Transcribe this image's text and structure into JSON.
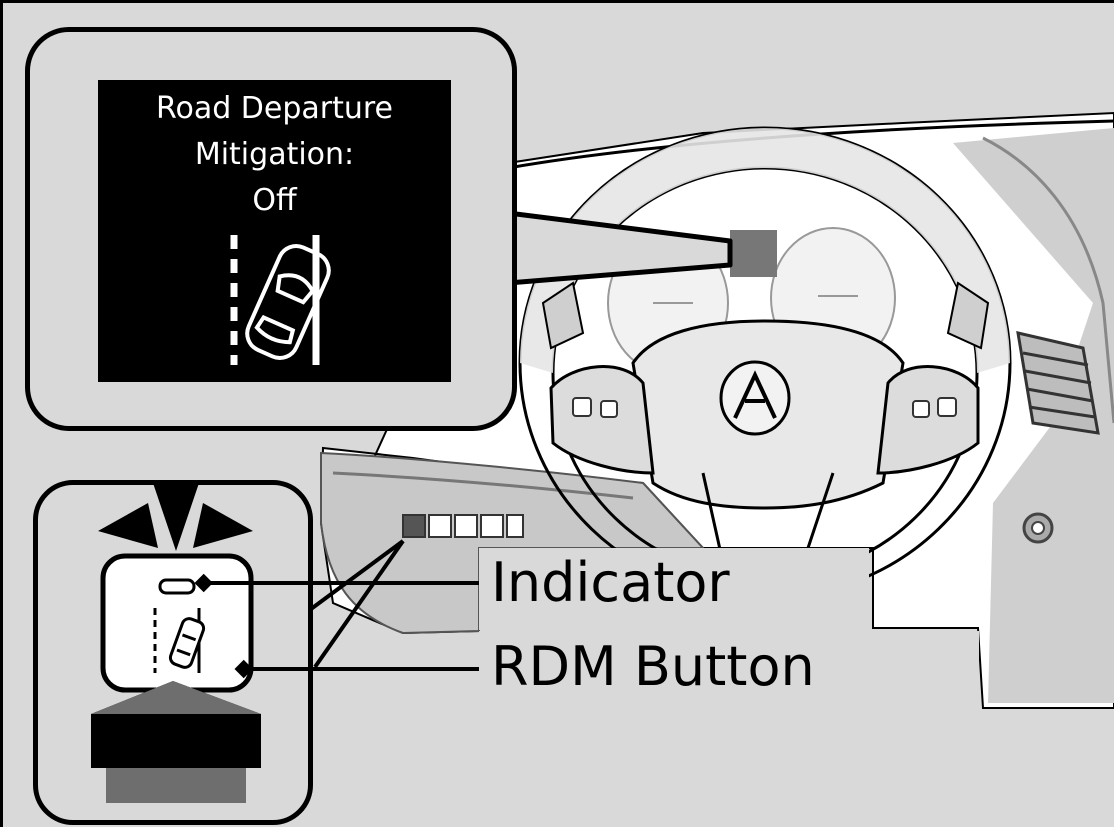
{
  "display": {
    "line1": "Road Departure",
    "line2": "Mitigation:",
    "line3": "Off"
  },
  "labels": {
    "indicator": "Indicator",
    "rdm_button": "RDM Button"
  },
  "icons": {
    "dash_car_icon": "car-drifting-across-lane-icon",
    "button_icon": "rdm-button-icon",
    "press_arrow": "press-arrow-icon"
  },
  "colors": {
    "background": "#d9d9d9",
    "screen": "#000000",
    "outline": "#000000",
    "indicator_arrow": "#6e6e6e"
  }
}
